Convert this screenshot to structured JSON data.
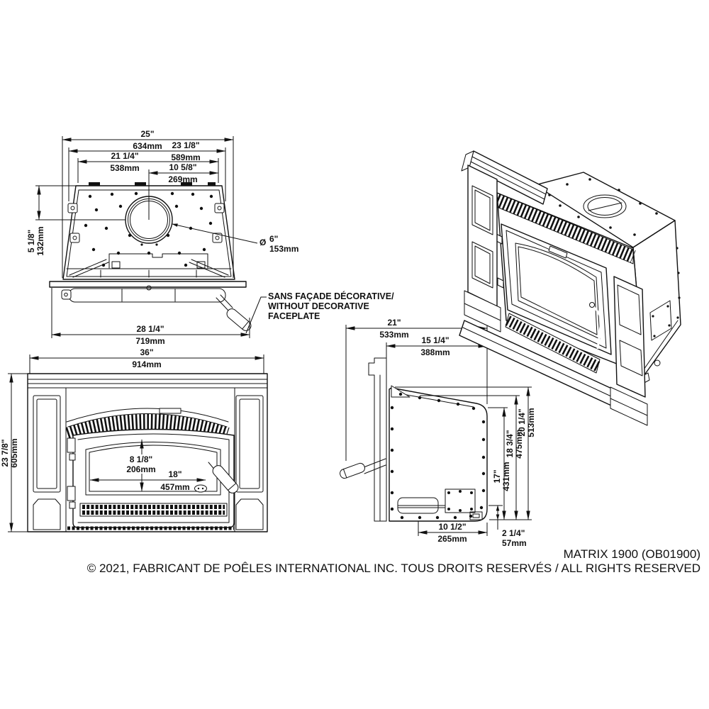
{
  "footer": {
    "model": "MATRIX 1900 (OB01900)",
    "copyright": "© 2021, FABRICANT DE POÊLES INTERNATIONAL INC. TOUS DROITS RESERVÉS / ALL RIGHTS RESERVED"
  },
  "note": {
    "line1": "SANS FAÇADE DÉCORATIVE/",
    "line2": "WITHOUT DECORATIVE",
    "line3": "FACEPLATE"
  },
  "top_view": {
    "overall_width_in": "25\"",
    "overall_width_mm": "634mm",
    "mid_width_in": "23 1/8\"",
    "mid_width_mm": "589mm",
    "inner_width_in": "21 1/4\"",
    "inner_width_mm": "538mm",
    "flue_offset_in": "10 5/8\"",
    "flue_offset_mm": "269mm",
    "flue_depth_in": "5 1/8\"",
    "flue_depth_mm": "132mm",
    "base_width_in": "28 1/4\"",
    "base_width_mm": "719mm",
    "flue_dia_symbol": "Ø",
    "flue_dia_in": "6\"",
    "flue_dia_mm": "153mm"
  },
  "front_view": {
    "width_in": "36\"",
    "width_mm": "914mm",
    "height_in": "23 7/8\"",
    "height_mm": "605mm",
    "glass_height_in": "8 1/8\"",
    "glass_height_mm": "206mm",
    "glass_width_in": "18\"",
    "glass_width_mm": "457mm"
  },
  "side_view": {
    "overall_depth_in": "21\"",
    "overall_depth_mm": "533mm",
    "body_depth_in": "15 1/4\"",
    "body_depth_mm": "388mm",
    "back_height_in": "20 1/4\"",
    "back_height_mm": "513mm",
    "mid_height_in": "18 3/4\"",
    "mid_height_mm": "475mm",
    "front_height_in": "17\"",
    "front_height_mm": "431mm",
    "base_length_in": "10 1/2\"",
    "base_length_mm": "265mm",
    "base_height_in": "2 1/4\"",
    "base_height_mm": "57mm"
  }
}
